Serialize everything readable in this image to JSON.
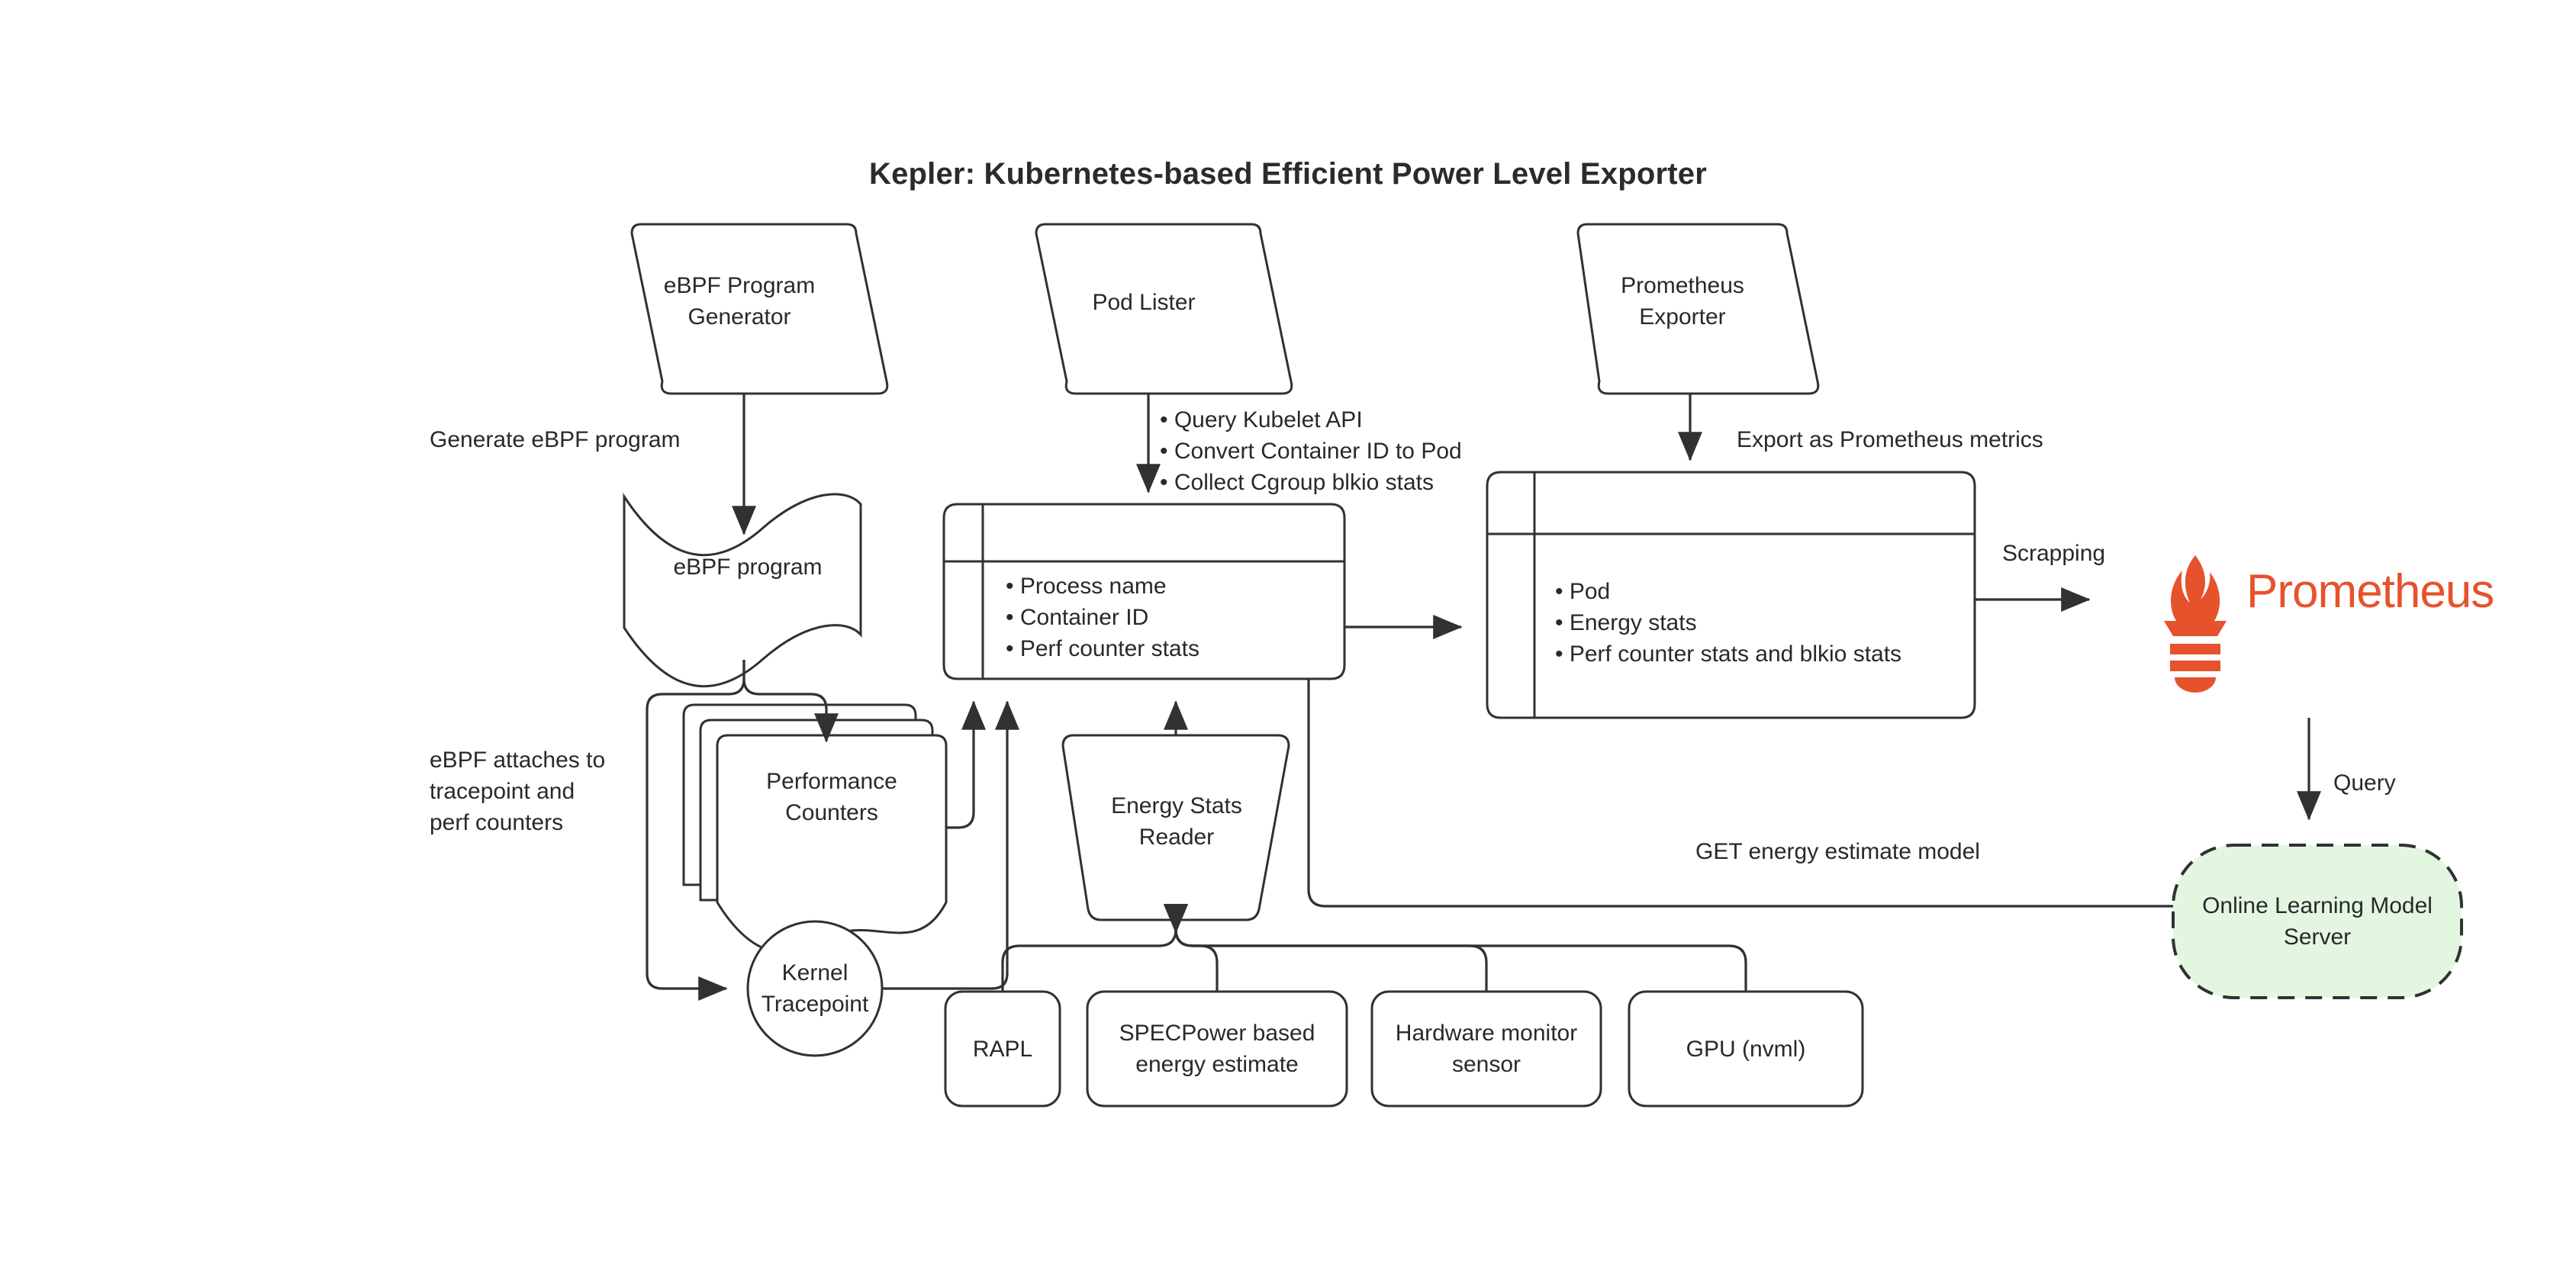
{
  "title": "Kepler: Kubernetes-based Efficient Power Level Exporter",
  "colors": {
    "stroke": "#2f3231",
    "text": "#28292b",
    "prometheus_orange": "#e6522c",
    "model_server_fill": "#e3f7e0",
    "canvas": "#ffffff"
  },
  "nodes": {
    "ebpf_program_generator": {
      "label": "eBPF Program\nGenerator",
      "shape": "trapezoid"
    },
    "pod_lister": {
      "label": "Pod Lister",
      "shape": "trapezoid"
    },
    "prometheus_exporter": {
      "label": "Prometheus\nExporter",
      "shape": "trapezoid"
    },
    "ebpf_program": {
      "label": "eBPF program",
      "shape": "tape"
    },
    "performance_counters": {
      "label": "Performance\nCounters",
      "shape": "stacked-document"
    },
    "kernel_tracepoint": {
      "label": "Kernel\nTracepoint",
      "shape": "circle"
    },
    "energy_stats_reader": {
      "label": "Energy Stats\nReader",
      "shape": "trapezoid"
    },
    "process_metrics_table": {
      "shape": "object-table",
      "header": "",
      "items": [
        "Process name",
        "Container ID",
        "Perf counter stats"
      ]
    },
    "pod_metrics_table": {
      "shape": "object-table",
      "header": "",
      "items": [
        "Pod",
        "Energy stats",
        "Perf counter stats and blkio stats"
      ]
    },
    "rapl": {
      "label": "RAPL",
      "shape": "rounded-rect"
    },
    "specpower": {
      "label": "SPECPower based\nenergy estimate",
      "shape": "rounded-rect"
    },
    "hardware_monitor": {
      "label": "Hardware monitor\nsensor",
      "shape": "rounded-rect"
    },
    "gpu_nvml": {
      "label": "GPU (nvml)",
      "shape": "rounded-rect"
    },
    "model_server": {
      "label": "Online Learning Model\nServer",
      "shape": "rounded-rect-dashed"
    },
    "prometheus_logo": {
      "label": "Prometheus",
      "shape": "logo"
    }
  },
  "edge_labels": {
    "generate_ebpf": "Generate eBPF program",
    "ebpf_attaches": "eBPF attaches to\ntracepoint and\nperf counters",
    "pod_lister_bullets": [
      "Query Kubelet API",
      "Convert Container ID to Pod",
      "Collect Cgroup blkio stats"
    ],
    "export_metrics": "Export as Prometheus metrics",
    "scrapping": "Scrapping",
    "query": "Query",
    "get_model": "GET energy estimate model"
  }
}
